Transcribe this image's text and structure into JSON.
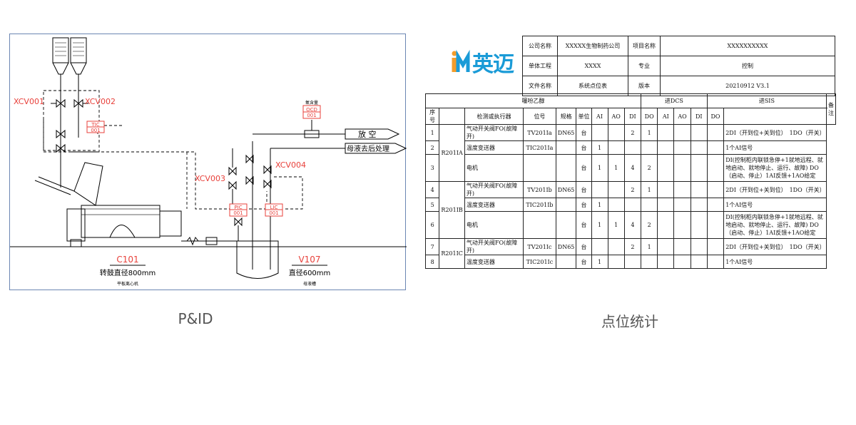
{
  "pid": {
    "valves": [
      "XCV001",
      "XCV002",
      "XCV003",
      "XCV004"
    ],
    "instruments": [
      "TIC 001",
      "PIC 001",
      "LIC 001",
      "OCD 001"
    ],
    "instrument_top_label": "氧含量",
    "vent_label": "放 空",
    "mother_liquor_label": "母液去后处理",
    "equipment": [
      {
        "tag": "C101",
        "size": "转鼓直径800mm",
        "name": "平板离心机"
      },
      {
        "tag": "V107",
        "size": "直径600mm",
        "name": "母液槽"
      }
    ]
  },
  "captions": {
    "left": "P&ID",
    "right": "点位统计"
  },
  "sheet": {
    "brand": "英迈",
    "info": [
      [
        "公司名称",
        "XXXXX生物制药公司",
        "项目名称",
        "XXXXXXXXXX"
      ],
      [
        "单体工程",
        "XXXX",
        "专业",
        "控制"
      ],
      [
        "文件名称",
        "系统点位表",
        "版本",
        "20210912 V3.1"
      ]
    ],
    "header": {
      "group": "噻吩乙醇",
      "dcs": "进DCS",
      "sis": "进SIS",
      "remark": "备注",
      "cols": [
        "序号",
        "检测或执行器",
        "位号",
        "规格",
        "单位",
        "AI",
        "AO",
        "DI",
        "DO",
        "AI",
        "AO",
        "DI",
        "DO"
      ]
    },
    "rows": [
      {
        "no": "1",
        "device": "气动开关阀FO(故障开)",
        "tag": "TV201Ia",
        "spec": "DN65",
        "unit": "台",
        "ai": "",
        "ao": "",
        "di": "2",
        "do": "1",
        "note": "2DI（开到位+关到位）　1DO（开关）"
      },
      {
        "no": "2",
        "device": "温度变送器",
        "tag": "TIC201Ia",
        "spec": "",
        "unit": "台",
        "ai": "1",
        "ao": "",
        "di": "",
        "do": "",
        "note": "1个AI信号"
      },
      {
        "no": "3",
        "device": "电机",
        "tag": "",
        "spec": "",
        "unit": "台",
        "ai": "1",
        "ao": "1",
        "di": "4",
        "do": "2",
        "note": "DI(控制柜内联锁急停+1就地远程、就地启动、就地停止、运行、故障) DO（启动、停止）1AI反馈+1AO给定"
      },
      {
        "no": "4",
        "device": "气动开关阀FO(故障开)",
        "tag": "TV201Ib",
        "spec": "DN65",
        "unit": "台",
        "ai": "",
        "ao": "",
        "di": "2",
        "do": "1",
        "note": "2DI（开到位+关到位）　1DO（开关）"
      },
      {
        "no": "5",
        "device": "温度变送器",
        "tag": "TIC201Ib",
        "spec": "",
        "unit": "台",
        "ai": "1",
        "ao": "",
        "di": "",
        "do": "",
        "note": "1个AI信号"
      },
      {
        "no": "6",
        "device": "电机",
        "tag": "",
        "spec": "",
        "unit": "台",
        "ai": "1",
        "ao": "1",
        "di": "4",
        "do": "2",
        "note": "DI(控制柜内联锁急停+1就地远程、就地启动、就地停止、运行、故障) DO（启动、停止）1AI反馈+1AO给定"
      },
      {
        "no": "7",
        "device": "气动开关阀FO(故障开)",
        "tag": "TV201Ic",
        "spec": "DN65",
        "unit": "台",
        "ai": "",
        "ao": "",
        "di": "2",
        "do": "1",
        "note": "2DI（开到位+关到位）　1DO（开关）"
      },
      {
        "no": "8",
        "device": "温度变送器",
        "tag": "TIC201Ic",
        "spec": "",
        "unit": "台",
        "ai": "1",
        "ao": "",
        "di": "",
        "do": "",
        "note": "1个AI信号"
      }
    ],
    "groups": [
      "R201IA",
      "R201IB",
      "R201IC"
    ]
  }
}
